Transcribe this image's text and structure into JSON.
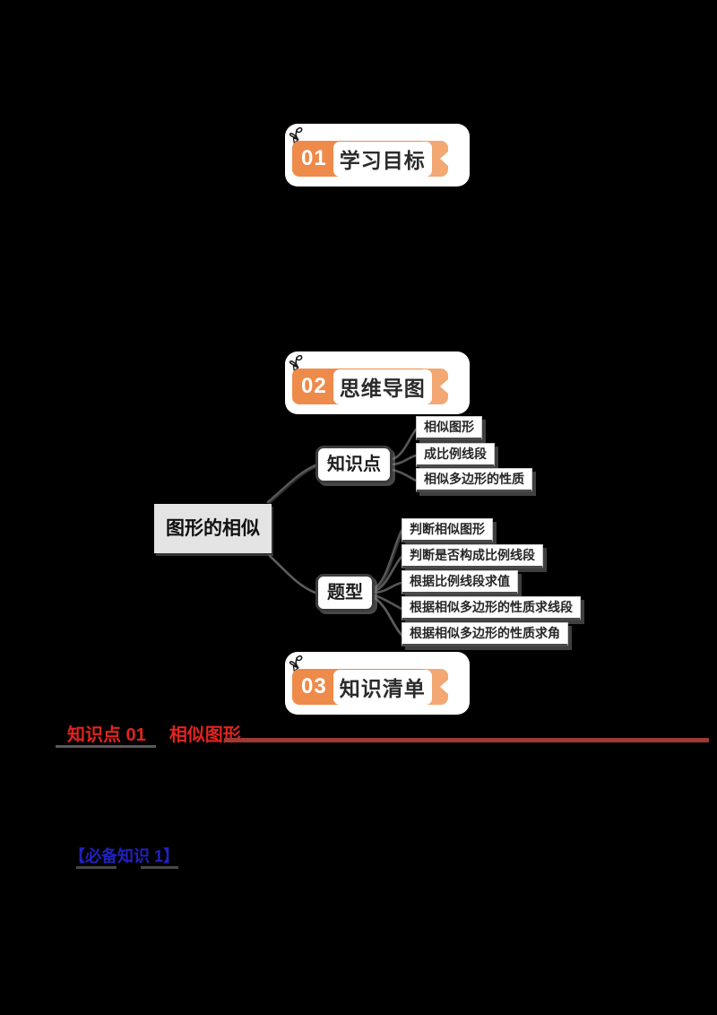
{
  "badges": [
    {
      "num": "01",
      "title": "学习目标"
    },
    {
      "num": "02",
      "title": "思维导图"
    },
    {
      "num": "03",
      "title": "知识清单"
    }
  ],
  "mindmap": {
    "root": "图形的相似",
    "branches": [
      {
        "label": "知识点",
        "children": [
          "相似图形",
          "成比例线段",
          "相似多边形的性质"
        ]
      },
      {
        "label": "题型",
        "children": [
          "判断相似图形",
          "判断是否构成比例线段",
          "根据比例线段求值",
          "根据相似多边形的性质求线段",
          "根据相似多边形的性质求角"
        ]
      }
    ]
  },
  "knowledge_list": {
    "point_label": "知识点 01",
    "point_title": "相似图形",
    "sub_label": "【必备知识 1】"
  },
  "colors": {
    "badge_orange": "#EE8B4B",
    "badge_orange_light": "#F3A873",
    "badge_text_dark": "#2b2b2b",
    "heading_red": "#E02420",
    "rule_dark_red": "#9E3A33",
    "sub_blue": "#2121BE",
    "node_gray": "#E4E4E4",
    "line_gray": "#575757"
  }
}
